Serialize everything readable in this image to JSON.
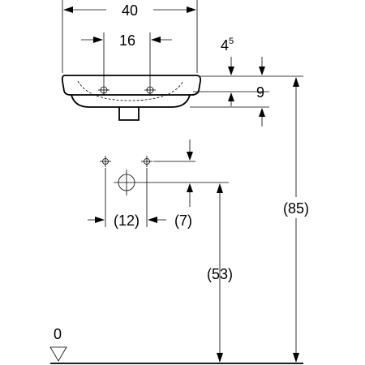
{
  "dimensions": {
    "basin_width": "40",
    "tap_hole_spacing": "16",
    "rim_offset_main": "4",
    "rim_offset_sup": "5",
    "basin_depth": "9",
    "fixing_spacing": "(12)",
    "drain_offset": "(7)",
    "drain_height": "(53)",
    "rim_height": "(85)",
    "floor_level": "0"
  }
}
